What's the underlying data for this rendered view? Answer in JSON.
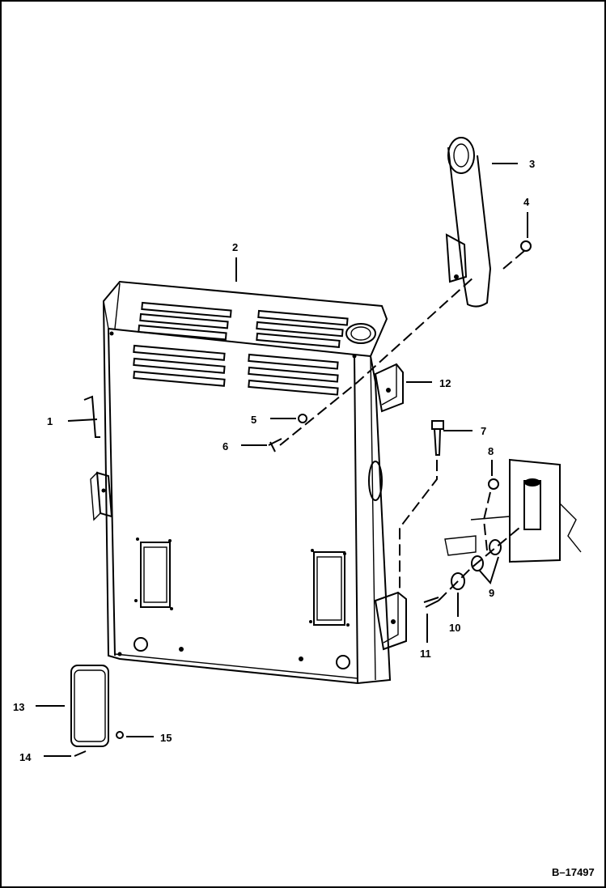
{
  "diagram": {
    "callouts": [
      "1",
      "2",
      "3",
      "4",
      "5",
      "6",
      "7",
      "8",
      "9",
      "10",
      "11",
      "12",
      "13",
      "14",
      "15"
    ],
    "figure_code": "B–17497"
  }
}
